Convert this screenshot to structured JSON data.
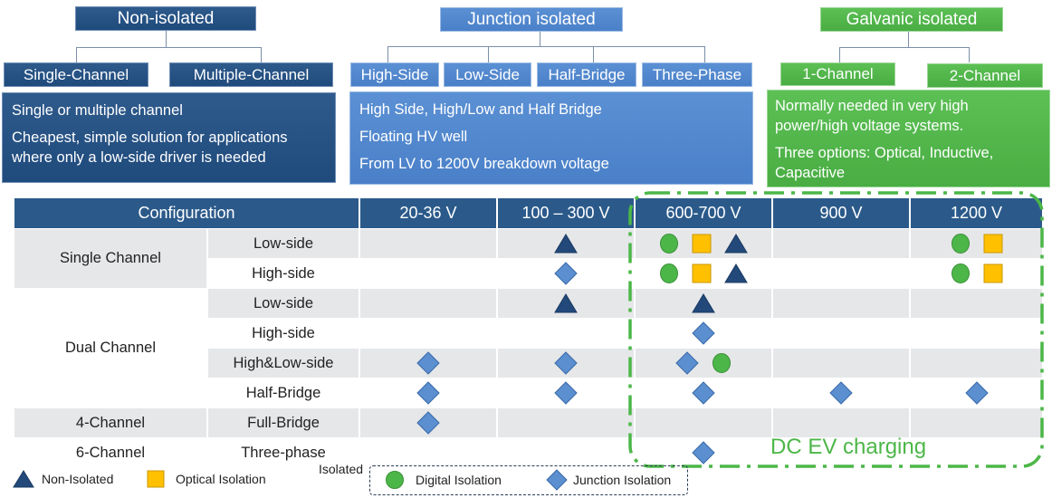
{
  "categories": [
    {
      "title": "Non-isolated",
      "subtypes": [
        "Single-Channel",
        "Multiple-Channel"
      ],
      "description": [
        "Single or multiple channel",
        "Cheapest, simple solution for  applications where only a low-side driver is needed"
      ]
    },
    {
      "title": "Junction isolated",
      "subtypes": [
        "High-Side",
        "Low-Side",
        "Half-Bridge",
        "Three-Phase"
      ],
      "description": [
        "High Side, High/Low and Half Bridge",
        "Floating HV well",
        "From LV to 1200V breakdown voltage"
      ]
    },
    {
      "title": "Galvanic isolated",
      "subtypes": [
        "1-Channel",
        "2-Channel"
      ],
      "description": [
        "Normally needed in very high power/high voltage systems.",
        "Three options: Optical, Inductive, Capacitive"
      ]
    }
  ],
  "table": {
    "header": [
      "Configuration",
      "20-36 V",
      "100 – 300 V",
      "600-700 V",
      "900 V",
      "1200 V"
    ],
    "rows": [
      {
        "group": "Single Channel",
        "config": "Low-side",
        "cells": [
          [],
          [
            "non"
          ],
          [
            "dig",
            "opt",
            "non"
          ],
          [],
          [
            "dig",
            "opt"
          ]
        ]
      },
      {
        "group": "",
        "config": "High-side",
        "cells": [
          [],
          [
            "jun"
          ],
          [
            "dig",
            "opt",
            "non"
          ],
          [],
          [
            "dig",
            "opt"
          ]
        ]
      },
      {
        "group": "",
        "config": "Low-side",
        "cells": [
          [],
          [
            "non"
          ],
          [
            "non"
          ],
          [],
          []
        ]
      },
      {
        "group": "Dual Channel",
        "config": "High-side",
        "cells": [
          [],
          [],
          [
            "jun"
          ],
          [],
          []
        ]
      },
      {
        "group": "",
        "config": "High&Low-side",
        "cells": [
          [
            "jun"
          ],
          [
            "jun"
          ],
          [
            "jun",
            "dig"
          ],
          [],
          []
        ]
      },
      {
        "group": "",
        "config": "Half-Bridge",
        "cells": [
          [
            "jun"
          ],
          [
            "jun"
          ],
          [
            "jun"
          ],
          [
            "jun"
          ],
          [
            "jun"
          ]
        ]
      },
      {
        "group": "4-Channel",
        "config": "Full-Bridge",
        "cells": [
          [
            "jun"
          ],
          [],
          [],
          [],
          []
        ]
      },
      {
        "group": "6-Channel",
        "config": "Three-phase",
        "cells": [
          [],
          [],
          [
            "jun"
          ],
          [],
          []
        ]
      }
    ]
  },
  "highlight": {
    "label": "DC EV charging",
    "color": "#4cb748"
  },
  "legend": {
    "non_isolated": "Non-Isolated",
    "optical": "Optical Isolation",
    "isolated_group": "Isolated",
    "digital": "Digital Isolation",
    "junction": "Junction Isolation"
  },
  "colors": {
    "non_isolated": "#22497a",
    "optical": "#ffc000",
    "digital": "#4cb748",
    "junction": "#5b8fd0",
    "header": "#2b5a8a"
  }
}
